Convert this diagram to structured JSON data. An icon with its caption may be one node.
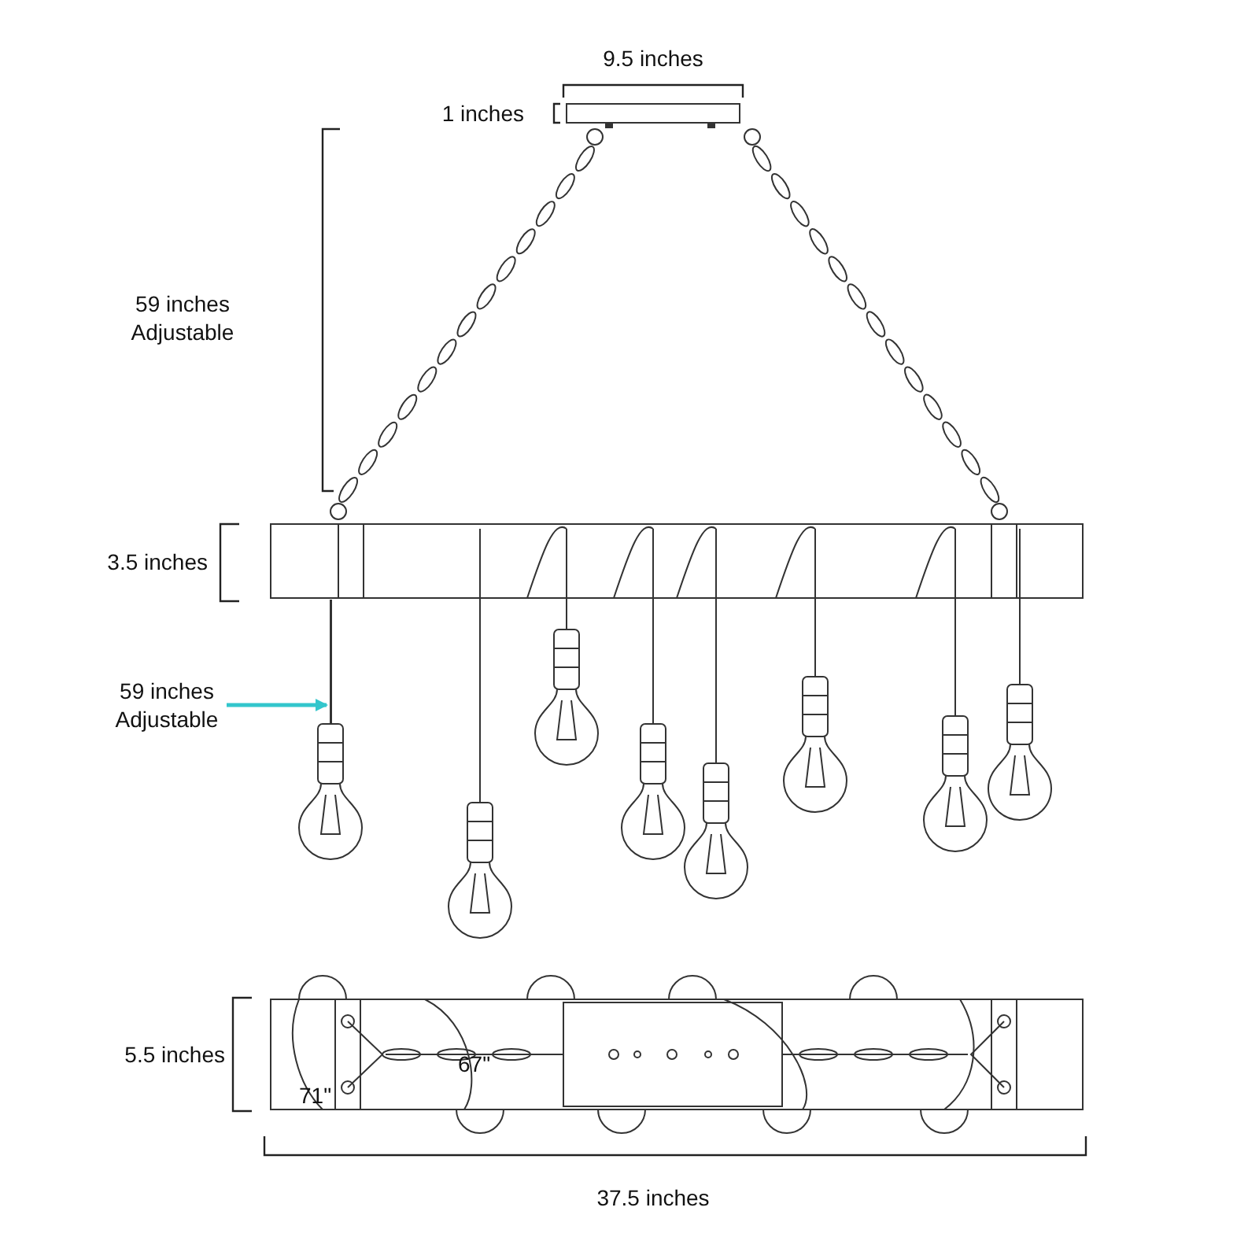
{
  "diagram": {
    "nodes": [
      {
        "text": [
          "59 inches Adjustable"
        ]
      },
      {
        "text": [],
        "shape": "bar"
      }
    ],
    "edges": [
      {
        "from": 0,
        "to": 1,
        "arrow": "to"
      }
    ],
    "labels": [
      "9.5 inches",
      "1 inches",
      "59 inches Adjustable",
      "3.5 inches",
      "5.5 inches",
      "71\"",
      "67\"",
      "37.5 inches"
    ]
  }
}
